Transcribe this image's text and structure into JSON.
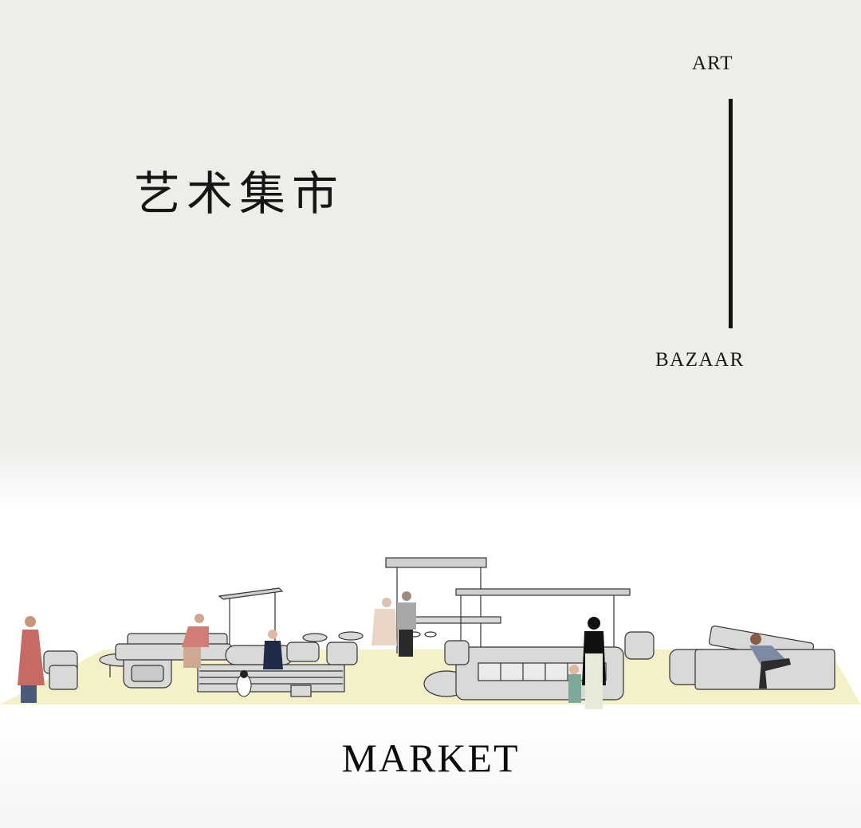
{
  "header": {
    "title_cn": "艺术集市",
    "label_top": "ART",
    "label_bottom": "BAZAAR"
  },
  "footer": {
    "label": "MARKET"
  },
  "colors": {
    "background_top": "#efedea",
    "background_bottom": "#ffffff",
    "ground_mat": "#f4f1c9",
    "furniture": "#d9d9d8",
    "text": "#111111"
  }
}
